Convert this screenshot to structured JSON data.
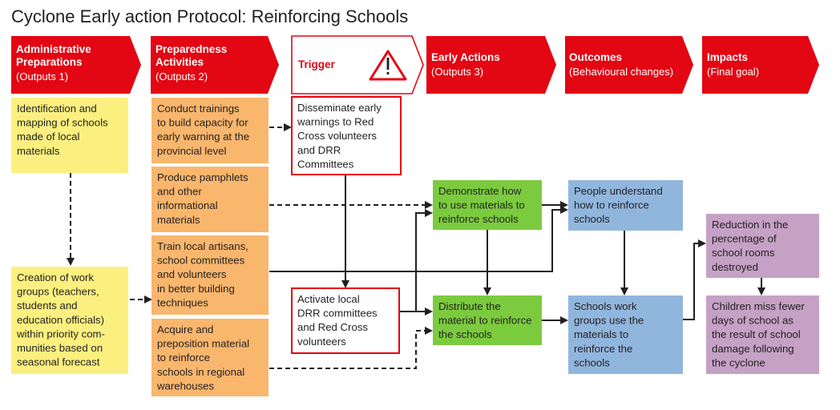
{
  "title": "Cyclone Early action Protocol: Reinforcing Schools",
  "colors": {
    "header_red": "#e30613",
    "yellow": "#fbf07f",
    "orange": "#f9b66d",
    "red_outline": "#e30613",
    "green": "#7ccb3f",
    "blue": "#91b6de",
    "purple": "#c5a1c5"
  },
  "headers": [
    {
      "title": [
        "Administrative",
        "Preparations"
      ],
      "sub": "(Outputs 1)"
    },
    {
      "title": [
        "Preparedness",
        "Activities"
      ],
      "sub": "(Outputs 2)"
    },
    {
      "title": [
        "Trigger"
      ],
      "sub": "",
      "icon": "warning-triangle-icon"
    },
    {
      "title": [
        "Early Actions"
      ],
      "sub": "(Outputs 3)"
    },
    {
      "title": [
        "Outcomes"
      ],
      "sub": "(Behavioural changes)"
    },
    {
      "title": [
        "Impacts"
      ],
      "sub": "(Final goal)"
    }
  ],
  "boxes": {
    "identification": [
      "Identification and",
      "mapping of schools",
      "made of local",
      "materials"
    ],
    "work_groups": [
      "Creation of work",
      "groups (teachers,",
      "students and",
      "education officials)",
      "within priority com-",
      "munities based on",
      "seasonal forecast"
    ],
    "trainings": [
      "Conduct trainings",
      "to build capacity for",
      "early warning at the",
      "provincial level"
    ],
    "pamphlets": [
      "Produce pamphlets",
      "and other",
      "informational",
      "materials"
    ],
    "artisans": [
      "Train local artisans,",
      "school committees",
      "and volunteers",
      "in better building",
      "techniques"
    ],
    "acquire": [
      "Acquire and",
      "preposition material",
      "to reinforce",
      "schools in regional",
      "warehouses"
    ],
    "disseminate": [
      "Disseminate early",
      "warnings to Red",
      "Cross volunteers",
      "and DRR",
      "Committees"
    ],
    "activate": [
      "Activate local",
      "DRR committees",
      "and Red Cross",
      "volunteers"
    ],
    "demonstrate": [
      "Demonstrate how",
      "to use materials to",
      "reinforce schools"
    ],
    "distribute": [
      "Distribute the",
      "material to reinforce",
      "the schools"
    ],
    "understand": [
      "People understand",
      "how to reinforce",
      "schools"
    ],
    "use_materials": [
      "Schools work",
      "groups use the",
      "materials to",
      "reinforce the",
      "schools"
    ],
    "reduction": [
      "Reduction in the",
      "percentage of",
      "school rooms",
      "destroyed"
    ],
    "children": [
      "Children miss fewer",
      "days of school as",
      "the result of school",
      "damage following",
      "the cyclone"
    ]
  }
}
